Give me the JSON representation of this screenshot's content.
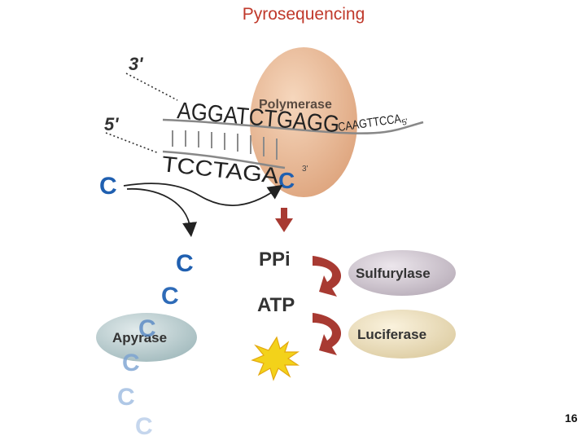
{
  "title": "Pyrosequencing",
  "page_number": "16",
  "labels": {
    "end_3": "3'",
    "end_5": "5'",
    "primer_end_3": "3'",
    "polymerase": "Polymerase",
    "ppi": "PPi",
    "atp": "ATP",
    "sulfurylase": "Sulfurylase",
    "luciferase": "Luciferase",
    "apyrase": "Apyrase"
  },
  "template_strand": {
    "large": "AGGATCTGAGG",
    "small": "CAAGTTCCA",
    "end": "5'"
  },
  "primer_strand": {
    "bases": "TCCTAGA",
    "added": "C"
  },
  "nucleotide": "C",
  "colors": {
    "title": "#c0392b",
    "nucleotide_blue": "#1f5fb0",
    "arrow_red": "#a83a32",
    "polymerase": "#eab993",
    "sulfurylase": "#cfc6cf",
    "luciferase": "#ede1c3",
    "apyrase": "#bfd0d2",
    "flash": "#f3d21a"
  }
}
